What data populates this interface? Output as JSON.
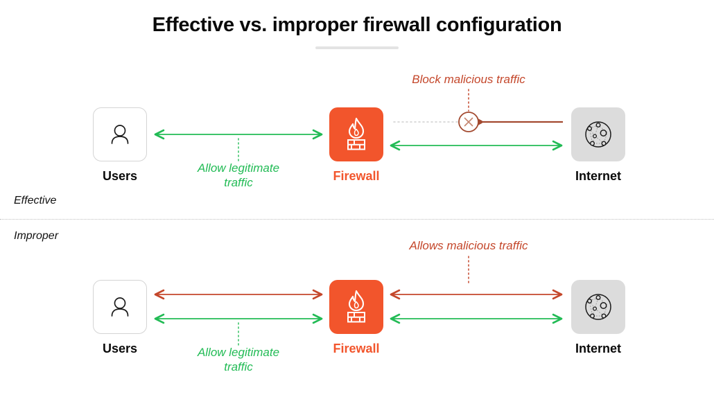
{
  "page": {
    "title": "Effective vs. improper firewall configuration",
    "background": "#ffffff"
  },
  "colors": {
    "firewall_orange": "#f2552c",
    "allow_green": "#22bb55",
    "malicious_red": "#c4472b",
    "block_arrow": "#a34a30",
    "internet_gray": "#dcdcdc",
    "divider_gray": "#bdbdbd",
    "text_black": "#0a0a0a"
  },
  "sections": [
    {
      "key": "effective",
      "label": "Effective",
      "nodes": [
        {
          "key": "users",
          "label": "Users",
          "icon": "user-icon"
        },
        {
          "key": "firewall",
          "label": "Firewall",
          "icon": "firewall-flame-icon"
        },
        {
          "key": "internet",
          "label": "Internet",
          "icon": "globe-network-icon"
        }
      ],
      "annotations": [
        {
          "key": "allow",
          "text_line1": "Allow legitimate",
          "text_line2": "traffic",
          "color": "#22bb55"
        },
        {
          "key": "block",
          "text_line1": "Block malicious traffic",
          "text_line2": "",
          "color": "#c4472b"
        }
      ],
      "flows": [
        {
          "key": "users-firewall-allow",
          "style": "double-arrow",
          "color": "#22bb55"
        },
        {
          "key": "firewall-internet-allow",
          "style": "double-arrow",
          "color": "#22bb55"
        },
        {
          "key": "internet-to-block",
          "style": "single-arrow-left",
          "color": "#a34a30"
        },
        {
          "key": "block-to-firewall-dotted",
          "style": "dotted",
          "color": "#cccccc"
        }
      ],
      "block_marker": {
        "key": "block-circle",
        "icon": "blocked-x-icon",
        "color": "#a34a30"
      }
    },
    {
      "key": "improper",
      "label": "Improper",
      "nodes": [
        {
          "key": "users",
          "label": "Users",
          "icon": "user-icon"
        },
        {
          "key": "firewall",
          "label": "Firewall",
          "icon": "firewall-flame-icon"
        },
        {
          "key": "internet",
          "label": "Internet",
          "icon": "globe-network-icon"
        }
      ],
      "annotations": [
        {
          "key": "allow",
          "text_line1": "Allow legitimate",
          "text_line2": "traffic",
          "color": "#22bb55"
        },
        {
          "key": "malicious",
          "text_line1": "Allows malicious traffic",
          "text_line2": "",
          "color": "#c4472b"
        }
      ],
      "flows": [
        {
          "key": "users-firewall-malicious",
          "style": "double-arrow",
          "color": "#c4472b"
        },
        {
          "key": "users-firewall-allow",
          "style": "double-arrow",
          "color": "#22bb55"
        },
        {
          "key": "firewall-internet-malicious",
          "style": "double-arrow",
          "color": "#c4472b"
        },
        {
          "key": "firewall-internet-allow",
          "style": "double-arrow",
          "color": "#22bb55"
        }
      ]
    }
  ]
}
